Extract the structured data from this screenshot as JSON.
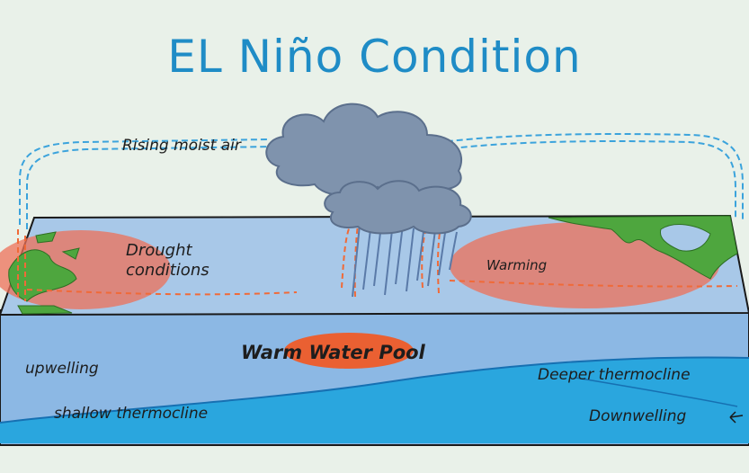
{
  "diagram": {
    "title": "EL Niño Condition",
    "labels": {
      "rising_air": "Rising moist air",
      "drought": "Drought conditions",
      "warming": "Warming",
      "warm_pool": "Warm Water Pool",
      "upwelling": "upwelling",
      "shallow_thermocline": "shallow thermocline",
      "deeper_thermocline": "Deeper thermocline",
      "downwelling": "Downwelling"
    },
    "colors": {
      "title": "#1f8cc6",
      "background": "#e9f1e9",
      "sea_surface": "#a8c8e8",
      "ocean_body": "#8cb8e4",
      "deep_water": "#2aa6de",
      "warm_zone": "#ee7058",
      "warm_pool": "#f4561e",
      "land": "#4ea63e",
      "cloud": "#7f93ad",
      "rain": "#5a7aa8",
      "wind_arrows": "#3ba3dc",
      "heat_arrows": "#f06a38"
    },
    "icons": [
      "cloud-icon",
      "rain-icon",
      "land-icon",
      "circulation-arrow-icon"
    ]
  }
}
